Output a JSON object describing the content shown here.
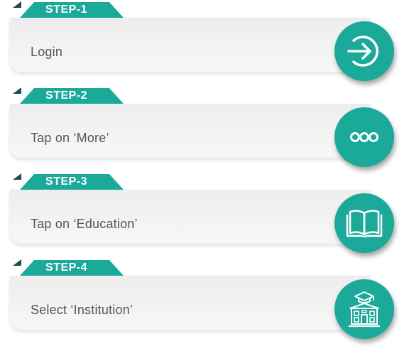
{
  "steps": [
    {
      "tag": "STEP-1",
      "text": "Login",
      "icon": "login-arrow-icon"
    },
    {
      "tag": "STEP-2",
      "text": "Tap on ‘More’",
      "icon": "more-dots-icon"
    },
    {
      "tag": "STEP-3",
      "text": "Tap on ‘Education’",
      "icon": "open-book-icon"
    },
    {
      "tag": "STEP-4",
      "text": "Select ‘Institution’",
      "icon": "institution-building-icon"
    }
  ],
  "colors": {
    "accent": "#1ba99a",
    "accent_dark": "#17524a",
    "card_top": "#ededed",
    "card_bottom": "#f7f7f7",
    "text": "#555555"
  }
}
